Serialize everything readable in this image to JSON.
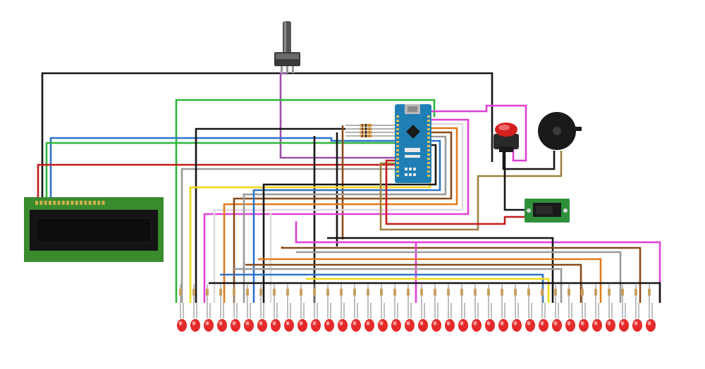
{
  "diagram": {
    "components": {
      "potentiometer": {
        "name": "potentiometer",
        "pins": 3
      },
      "lcd": {
        "name": "lcd-16x2",
        "header_pins": 16,
        "lcd_text": ""
      },
      "arduino": {
        "name": "arduino-nano",
        "board_color": "#1f7fb5"
      },
      "push_button": {
        "name": "push-button",
        "cap_color": "#d4201f"
      },
      "buzzer": {
        "name": "piezo-buzzer"
      },
      "relay_module": {
        "name": "module",
        "board_color": "#2f8f3a"
      },
      "resistor_array": {
        "name": "resistors",
        "count": 4
      },
      "led_row": {
        "name": "led-row",
        "count": 36,
        "led_color": "#e52a2a"
      }
    },
    "wire_colors": {
      "black": "#151515",
      "green": "#2fb63a",
      "blue": "#2e74c9",
      "red": "#c41b1b",
      "purple": "#9b4fa8",
      "magenta": "#e040d4",
      "yellow": "#f0d81a",
      "orange": "#e07b1a",
      "brown": "#8a4a1a",
      "gray": "#9a9a9a",
      "white": "#dcdcdc",
      "tan": "#a08040"
    }
  }
}
